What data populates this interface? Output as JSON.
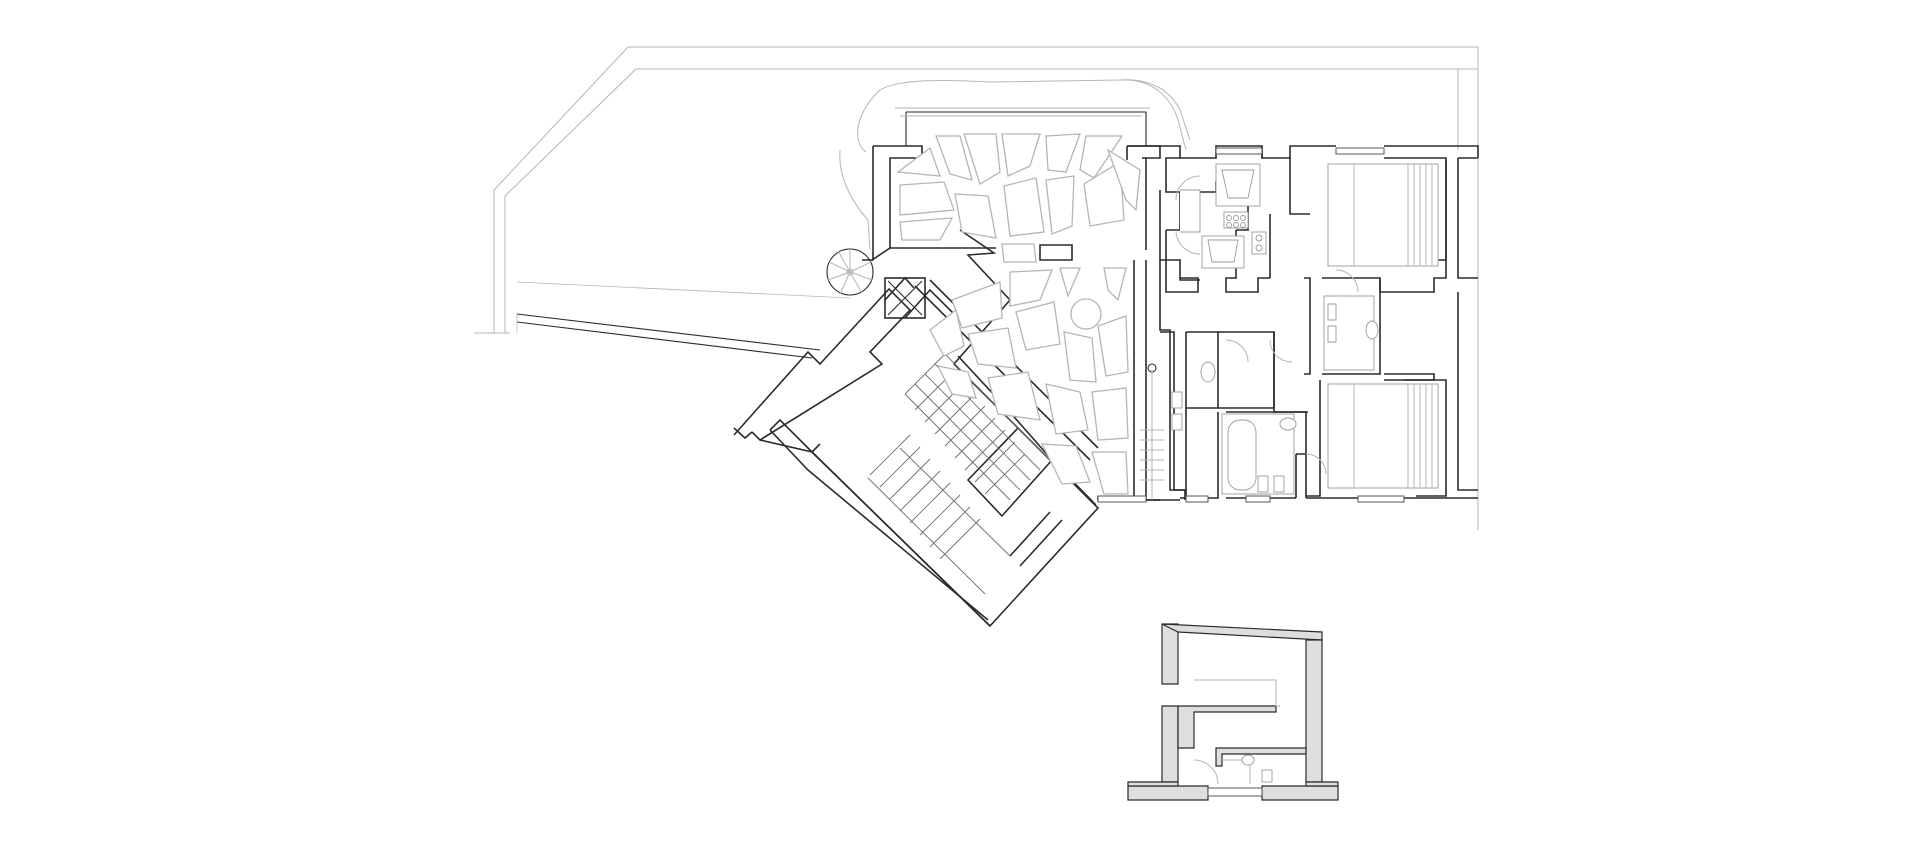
{
  "colors": {
    "background": "#ffffff",
    "line": "#2b2b2b",
    "faint_line": "#b5b5b5",
    "service_block_fill": "#dedede"
  },
  "drawing": {
    "type": "architectural-floor-plan",
    "views": [
      "main-floor-plan",
      "secondary-block-plan"
    ]
  }
}
